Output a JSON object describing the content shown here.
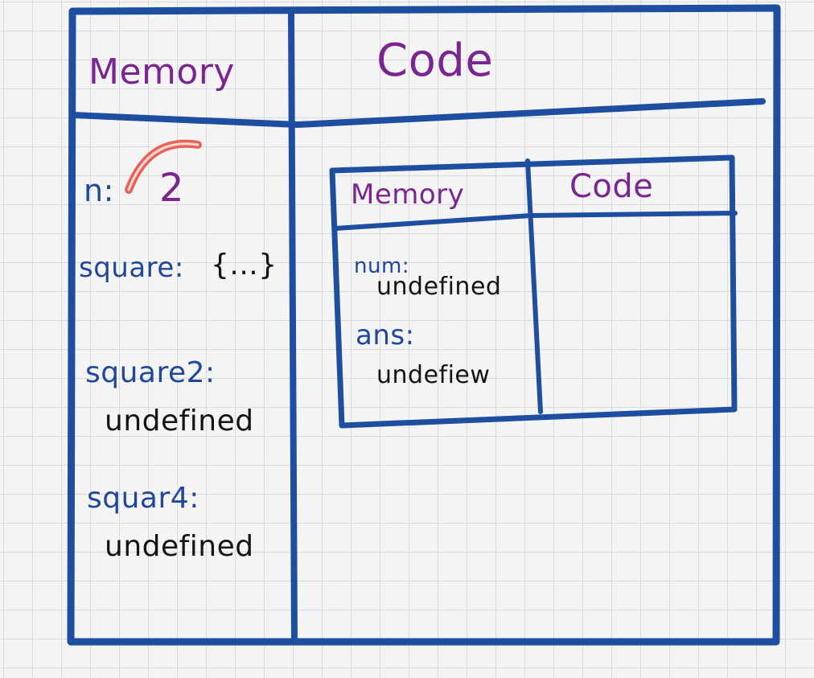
{
  "outer": {
    "memory_header": "Memory",
    "code_header": "Code",
    "memory": {
      "n_key": "n:",
      "n_value": "2",
      "square_key": "square:",
      "square_value": "{...}",
      "square2_key": "square2:",
      "square2_value": "undefined",
      "square4_key": "squar4:",
      "square4_value": "undefined"
    }
  },
  "inner": {
    "memory_header": "Memory",
    "code_header": "Code",
    "memory": {
      "num_key": "num:",
      "num_value": "undefined",
      "ans_key": "ans:",
      "ans_value": "undefiew"
    }
  },
  "colors": {
    "border": "#1e4ea0",
    "header": "#7a2590",
    "key": "#20479a",
    "value": "#141414",
    "highlight": "#e8463c"
  }
}
